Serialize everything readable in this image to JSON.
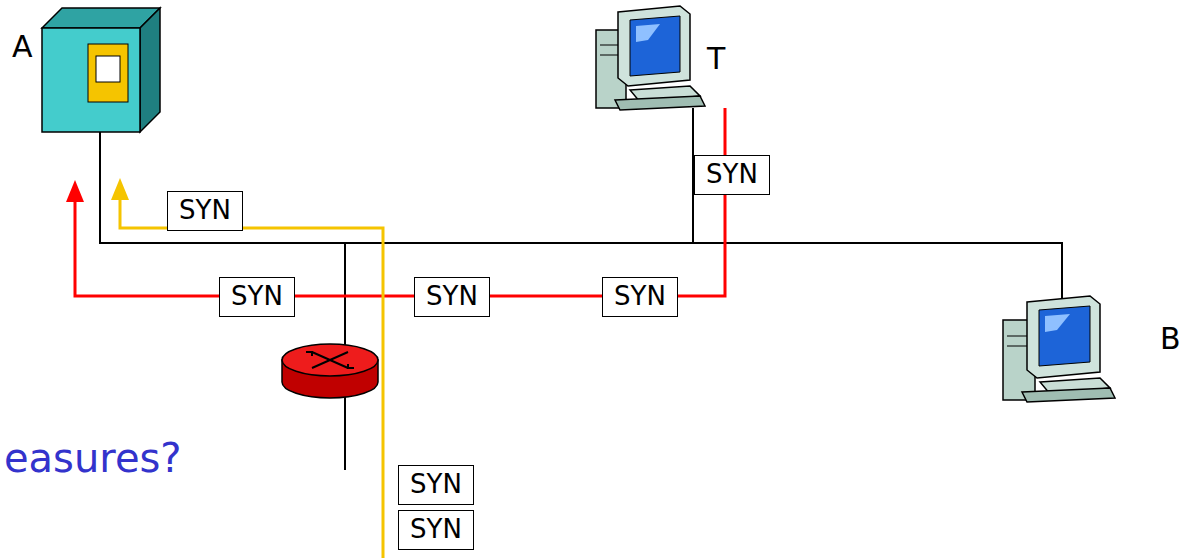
{
  "diagram": {
    "nodes": [
      {
        "text": [
          "SYN"
        ]
      },
      {
        "text": [
          "SYN"
        ]
      },
      {
        "text": [
          "SYN"
        ]
      },
      {
        "text": [
          "SYN"
        ]
      },
      {
        "text": [
          "SYN"
        ]
      },
      {
        "text": [
          "SYN"
        ]
      },
      {
        "text": [
          "SYN"
        ]
      }
    ],
    "labels": [
      "A",
      "T",
      "B",
      "easures?"
    ]
  }
}
